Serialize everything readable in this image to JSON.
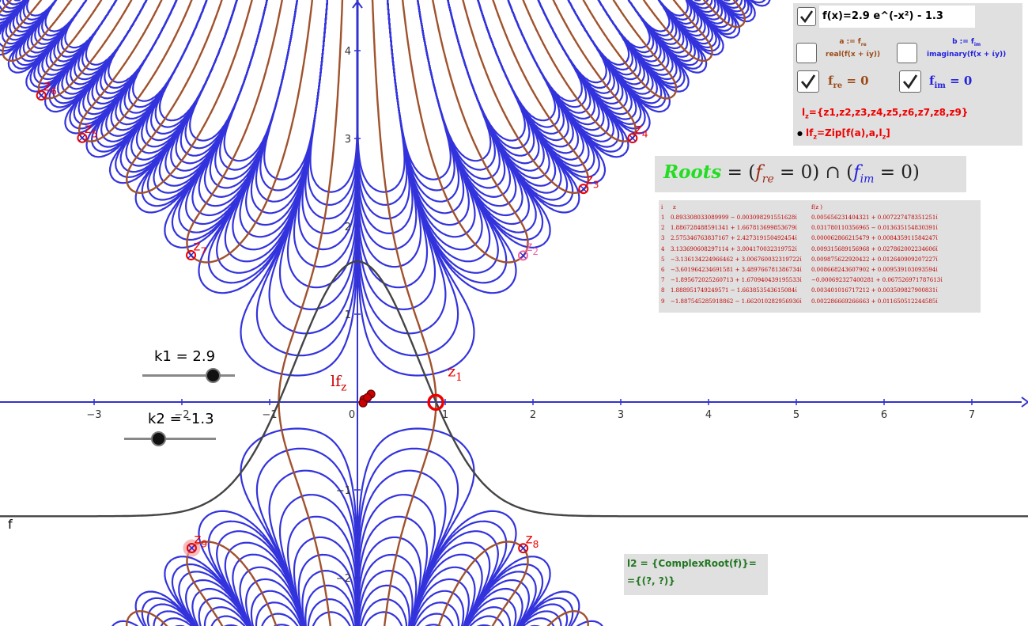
{
  "algebra": {
    "f_label": "f(x)=2.9 e^(-x²) - 1.3",
    "a_def_top": "a := f",
    "a_def_top_sub": "re",
    "a_def_bottom": "real(f(x + ίy))",
    "b_def_top": "b := f",
    "b_def_top_sub": "im",
    "b_def_bottom": "imaginary(f(x + ίy))",
    "fre_label": "f",
    "fre_sub": "re",
    "fre_eq": " = 0",
    "fim_label": "f",
    "fim_sub": "im",
    "fim_eq": " = 0",
    "lz_label": "l",
    "lz_sub": "z",
    "lz_rest": "={z1,z2,z3,z4,z5,z6,z7,z8,z9}",
    "lfz_label": "lf",
    "lfz_sub": "z",
    "lfz_rest": "=Zip[f(a),a,l",
    "lfz_sub2": "z",
    "lfz_end": "]"
  },
  "roots_title": {
    "roots": "Roots",
    "eq": " = (",
    "fre": "f",
    "fre_sub": "re",
    "mid": " = 0) ∩ (",
    "fim": "f",
    "fim_sub": "im",
    "end": " = 0)"
  },
  "table": {
    "headers": [
      "i",
      "z",
      "f(z )"
    ],
    "rows": [
      [
        "1",
        "0.893308033089999 − 0.003098291551628ί",
        "0.005656231404321 + 0.007227478351251ί"
      ],
      [
        "2",
        "1.886728488591341 + 1.667813699853679ί",
        "0.031780110356965 − 0.013635154830391ί"
      ],
      [
        "3",
        "2.575346763837167 + 2.427319150492454ί",
        "0.000062866215479 + 0.008435911584247ί"
      ],
      [
        "4",
        "3.133690608297114 + 3.004170032319752ί",
        "0.009315689156968 + 0.027862002234606ί"
      ],
      [
        "5",
        "−3.136134224966462 + 3.006760032319722ί",
        "0.009875622920422 + 0.012640909207227ί"
      ],
      [
        "6",
        "−3.601964234691581 + 3.489766781386734ί",
        "0.008668243607902 + 0.009539103093594ί"
      ],
      [
        "7",
        "−1.895672025260713 + 1.670940439195533ί",
        "−0.000692327400281 + 0.067526971787613ί"
      ],
      [
        "8",
        "1.888951749249571 − 1.663853543615084ί",
        "0.003401016717212 + 0.003509827900831ί"
      ],
      [
        "9",
        "−1.887545285918862 − 1.662010282956936ί",
        "0.002286669266663 + 0.011650512244585ί"
      ]
    ]
  },
  "l2": {
    "line1": "l2 = {ComplexRoot(f)}=",
    "line2": "={(?, ?)}"
  },
  "sliders": {
    "k1": "k1 = 2.9",
    "k2": "k2 = -1.3"
  },
  "graph": {
    "f_curve_label": "f",
    "lfz_label": "lf",
    "lfz_sub": "z",
    "z1": "z",
    "z1_sub": "1",
    "x_ticks": [
      "−3",
      "−2",
      "−1",
      "0",
      "1",
      "2",
      "3",
      "4",
      "5",
      "6",
      "7"
    ],
    "y_ticks": [
      "4",
      "3",
      "2",
      "1",
      "−1",
      "−2"
    ],
    "points": [
      {
        "name": "z",
        "sub": "2",
        "x": 1.887,
        "y": 1.668,
        "color": "#ee66a8"
      },
      {
        "name": "z",
        "sub": "3",
        "x": 2.575,
        "y": 2.427,
        "color": "#ee0000"
      },
      {
        "name": "z",
        "sub": "4",
        "x": 3.134,
        "y": 3.004,
        "color": "#ee0000"
      },
      {
        "name": "z",
        "sub": "5",
        "x": -3.136,
        "y": 3.007,
        "color": "#ee0000"
      },
      {
        "name": "z",
        "sub": "6",
        "x": -3.602,
        "y": 3.49,
        "color": "#ee0000"
      },
      {
        "name": "z",
        "sub": "7",
        "x": -1.896,
        "y": 1.671,
        "color": "#ee0000"
      },
      {
        "name": "z",
        "sub": "8",
        "x": 1.889,
        "y": -1.664,
        "color": "#ee0000"
      },
      {
        "name": "z",
        "sub": "9",
        "x": -1.888,
        "y": -1.662,
        "color": "#ee0000"
      }
    ],
    "view": {
      "x_min": -4.1,
      "x_max": 7.5,
      "y_min": -2.5,
      "y_max": 4.55
    },
    "colors": {
      "fre": "#a0522d",
      "fim": "#3333dd",
      "f": "#444444",
      "axis": "#3333cc",
      "point": "#ee0000"
    }
  }
}
